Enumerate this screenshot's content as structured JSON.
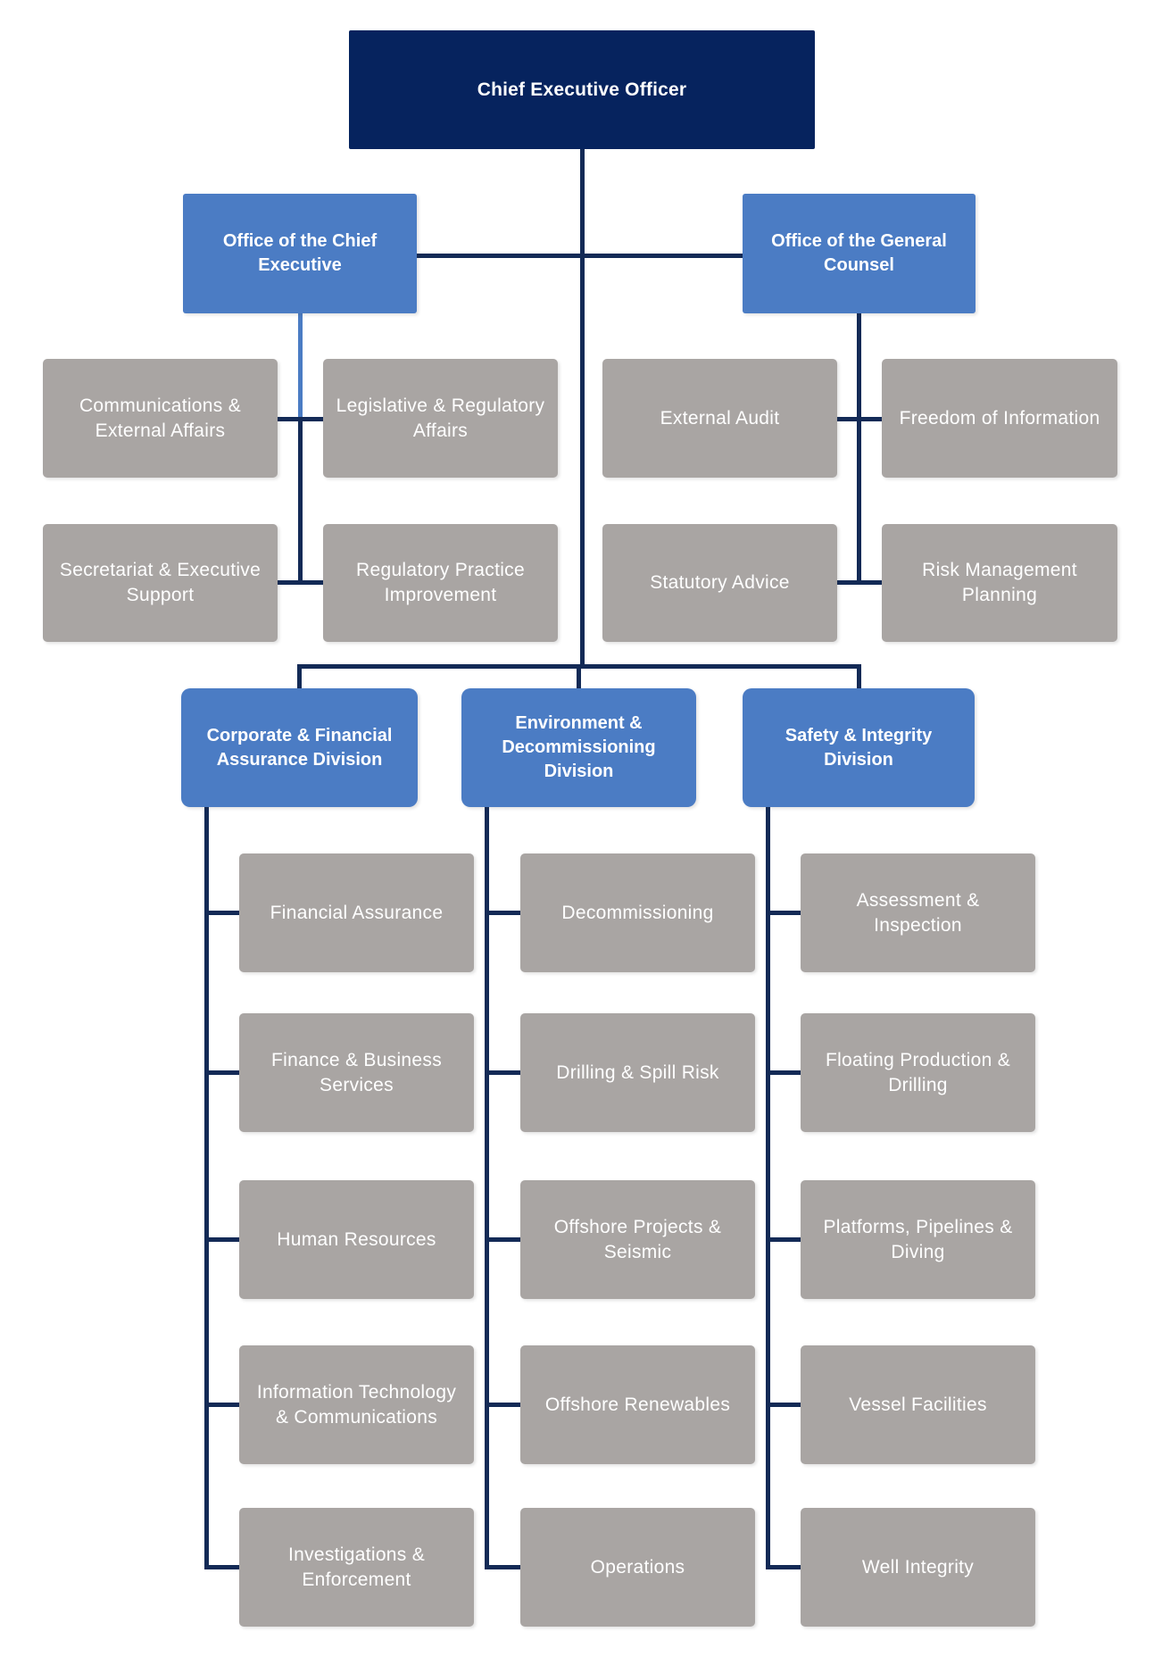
{
  "page": {
    "background": "#ffffff",
    "colors": {
      "ceo_navy": "#06235e",
      "office_blue": "#4b7cc4",
      "unit_gray": "#a9a5a3",
      "connector_navy": "#132a56",
      "connector_blue": "#4b7cc4",
      "text": "#ffffff"
    }
  },
  "org": {
    "ceo": {
      "label": "Chief Executive Officer"
    },
    "offices": [
      {
        "label": "Office of the Chief Executive",
        "units": [
          "Communications & External Affairs",
          "Legislative & Regulatory Affairs",
          "Secretariat & Executive Support",
          "Regulatory Practice Improvement"
        ]
      },
      {
        "label": "Office of the General Counsel",
        "units": [
          "External Audit",
          "Freedom of Information",
          "Statutory Advice",
          "Risk Management Planning"
        ]
      }
    ],
    "divisions": [
      {
        "label": "Corporate & Financial Assurance Division",
        "units": [
          "Financial Assurance",
          "Finance & Business Services",
          "Human Resources",
          "Information Technology & Communications",
          "Investigations & Enforcement"
        ]
      },
      {
        "label": "Environment & Decommissioning Division",
        "units": [
          "Decommissioning",
          "Drilling & Spill Risk",
          "Offshore Projects & Seismic",
          "Offshore Renewables",
          "Operations"
        ]
      },
      {
        "label": "Safety & Integrity Division",
        "units": [
          "Assessment & Inspection",
          "Floating Production & Drilling",
          "Platforms, Pipelines & Diving",
          "Vessel Facilities",
          "Well Integrity"
        ]
      }
    ]
  }
}
